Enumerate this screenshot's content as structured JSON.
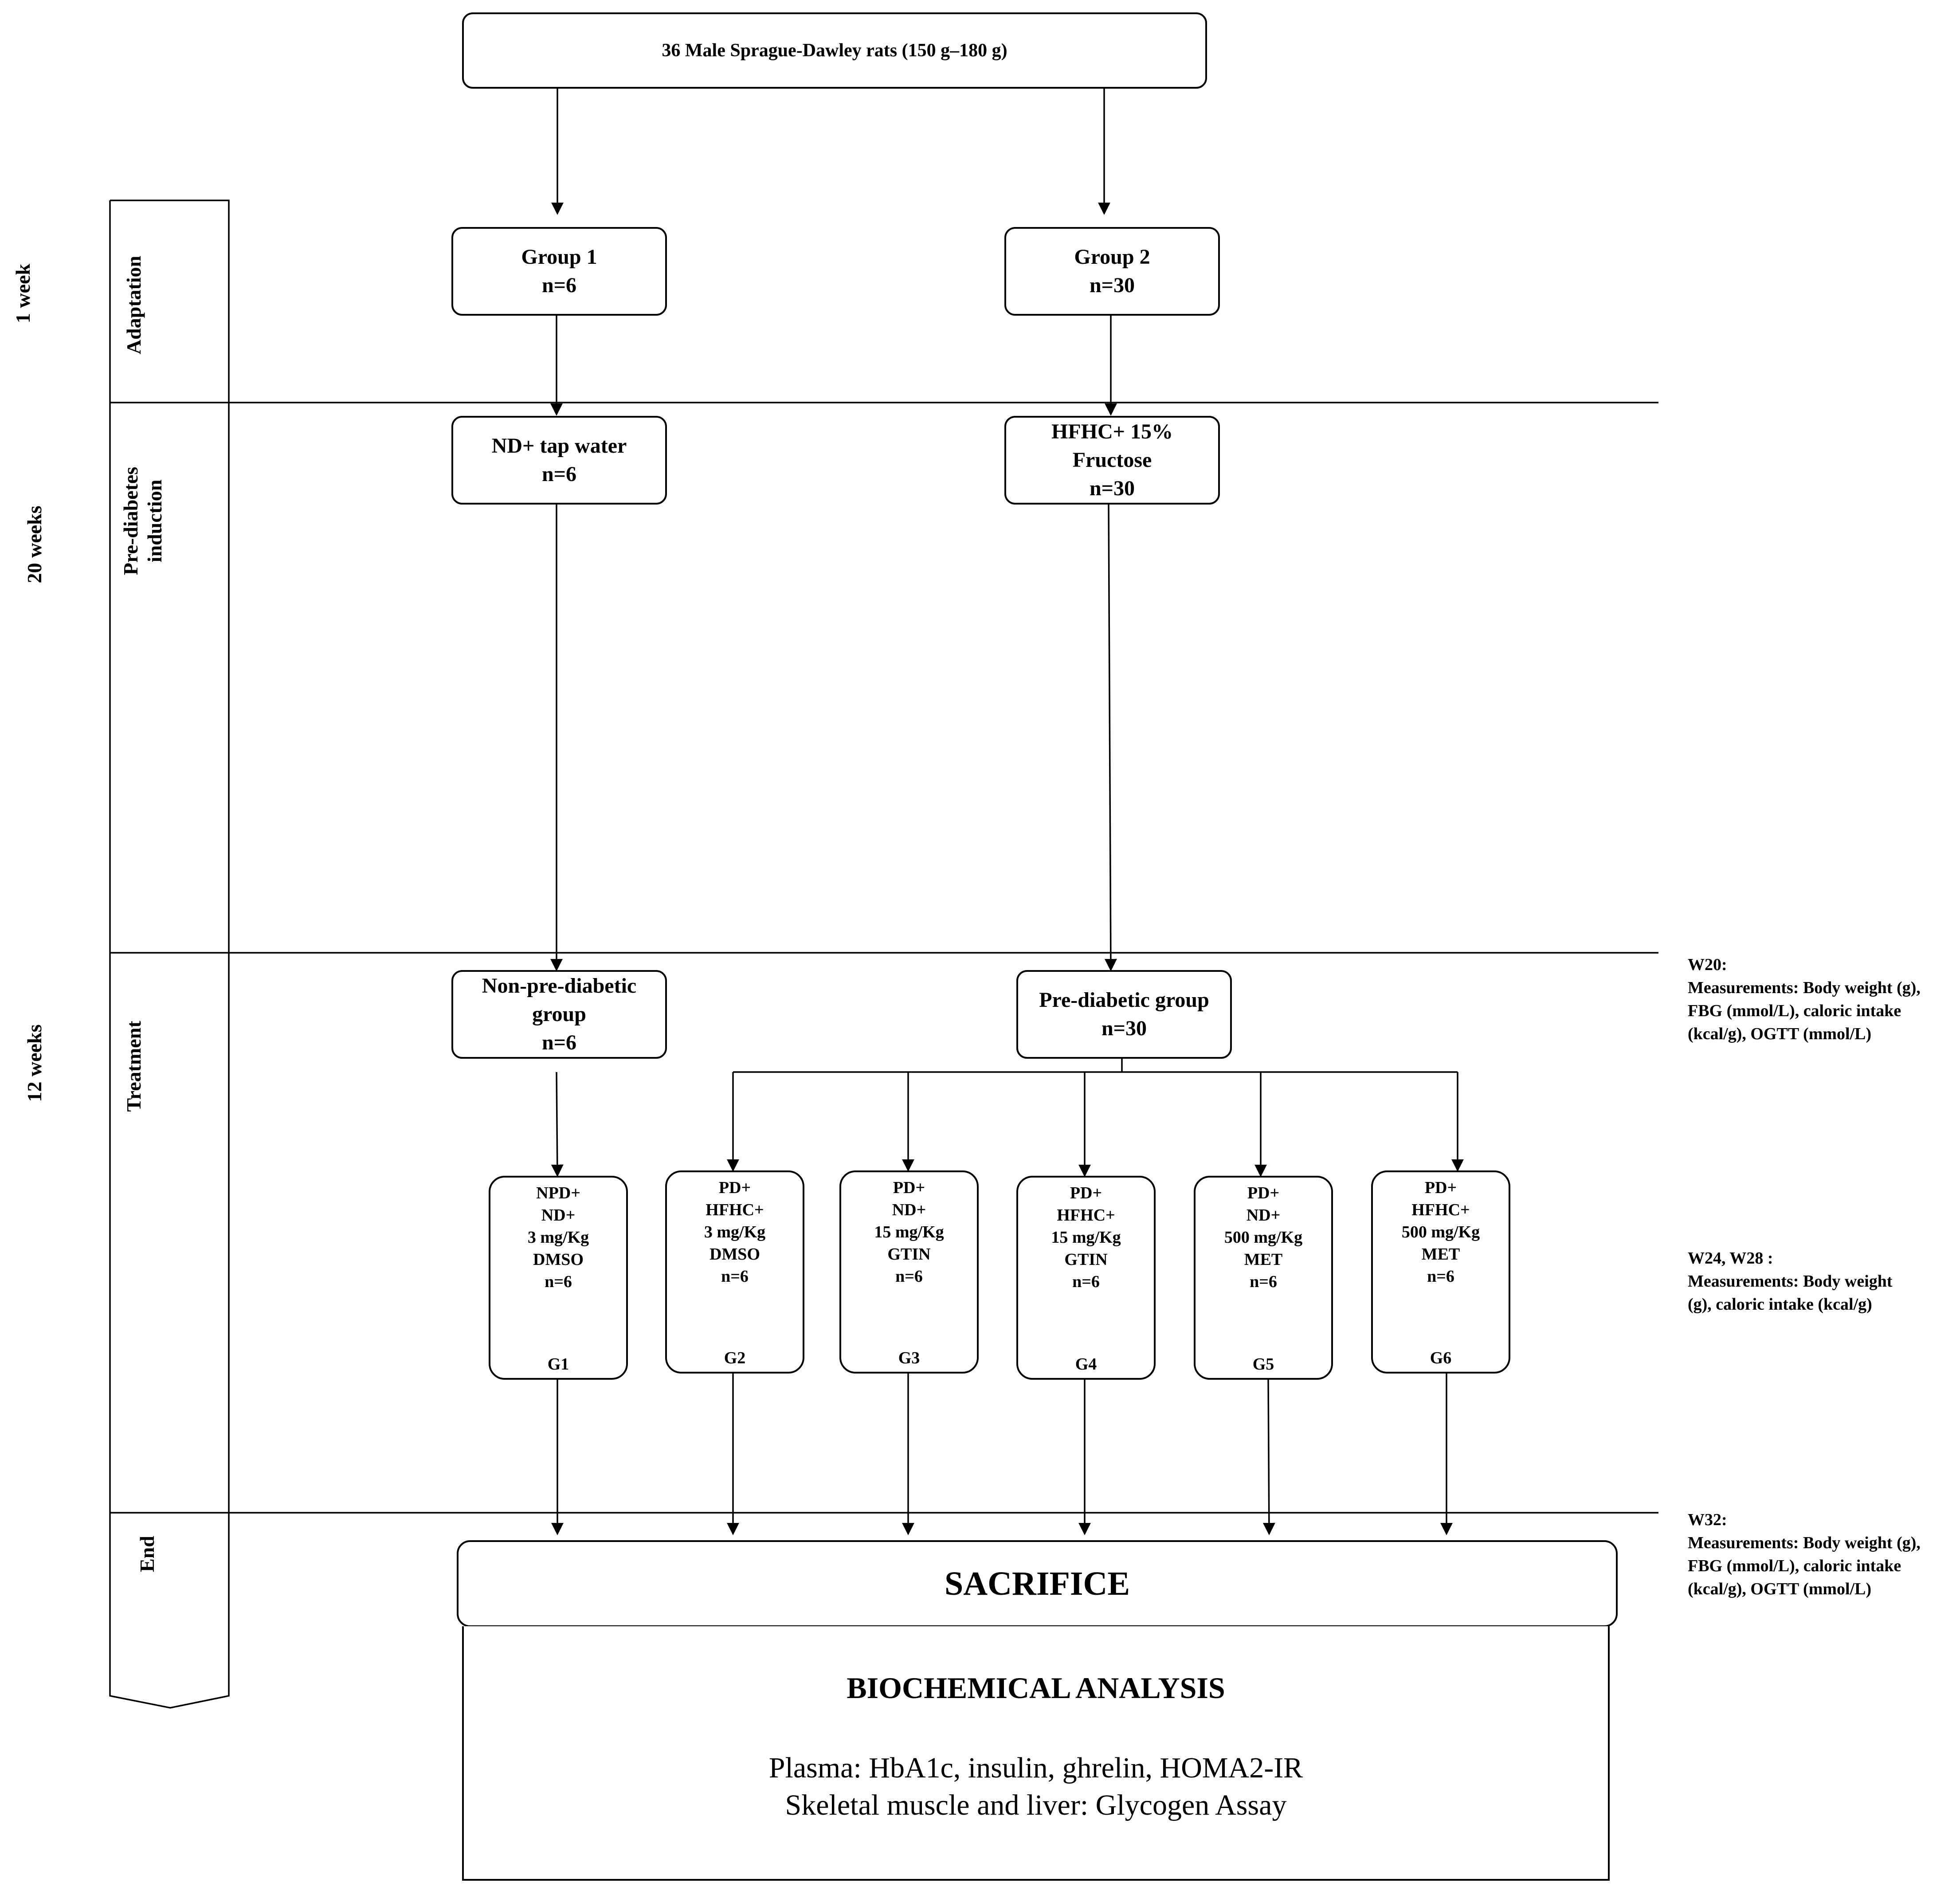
{
  "top_box": "36 Male Sprague-Dawley rats (150 g–180 g)",
  "durations": [
    "1 week",
    "20 weeks",
    "12 weeks"
  ],
  "phases": [
    "Adaptation",
    "Pre-diabetes induction",
    "Treatment",
    "End"
  ],
  "group1": {
    "line1": "Group 1",
    "line2": "n=6"
  },
  "group2": {
    "line1": "Group 2",
    "line2": "n=30"
  },
  "nd_box": {
    "line1": "ND+ tap water",
    "line2": "n=6"
  },
  "hfhc_box": {
    "line1": "HFHC+ 15%",
    "line2": "Fructose",
    "line3": "n=30"
  },
  "npd_box": {
    "line1": "Non-pre-diabetic",
    "line2": "group",
    "line3": "n=6"
  },
  "pd_box": {
    "line1": "Pre-diabetic group",
    "line2": "n=30"
  },
  "treatment_groups": [
    {
      "lines": [
        "NPD+",
        "ND+",
        "3 mg/Kg",
        "DMSO",
        "n=6"
      ],
      "id": "G1"
    },
    {
      "lines": [
        "PD+",
        "HFHC+",
        "3 mg/Kg",
        "DMSO",
        "n=6"
      ],
      "id": "G2"
    },
    {
      "lines": [
        "PD+",
        "ND+",
        "15 mg/Kg",
        "GTIN",
        "n=6"
      ],
      "id": "G3"
    },
    {
      "lines": [
        "PD+",
        "HFHC+",
        "15 mg/Kg",
        "GTIN",
        "n=6"
      ],
      "id": "G4"
    },
    {
      "lines": [
        "PD+",
        "ND+",
        "500 mg/Kg",
        "MET",
        "n=6"
      ],
      "id": "G5"
    },
    {
      "lines": [
        "PD+",
        "HFHC+",
        "500 mg/Kg",
        "MET",
        "n=6"
      ],
      "id": "G6"
    }
  ],
  "notes": {
    "w20": [
      "W20:",
      "Measurements: Body weight (g),",
      "FBG (mmol/L),  caloric intake",
      "(kcal/g), OGTT (mmol/L)"
    ],
    "w24": [
      "W24, W28 :",
      "Measurements: Body weight",
      "(g),  caloric intake (kcal/g)"
    ],
    "w32": [
      "W32:",
      "Measurements: Body weight (g),",
      "FBG (mmol/L),  caloric intake",
      "(kcal/g), OGTT (mmol/L)"
    ]
  },
  "sacrifice": "SACRIFICE",
  "analysis": {
    "title": "BIOCHEMICAL ANALYSIS",
    "line1": "Plasma: HbA1c, insulin, ghrelin, HOMA2-IR",
    "line2": "Skeletal muscle and liver: Glycogen Assay"
  }
}
